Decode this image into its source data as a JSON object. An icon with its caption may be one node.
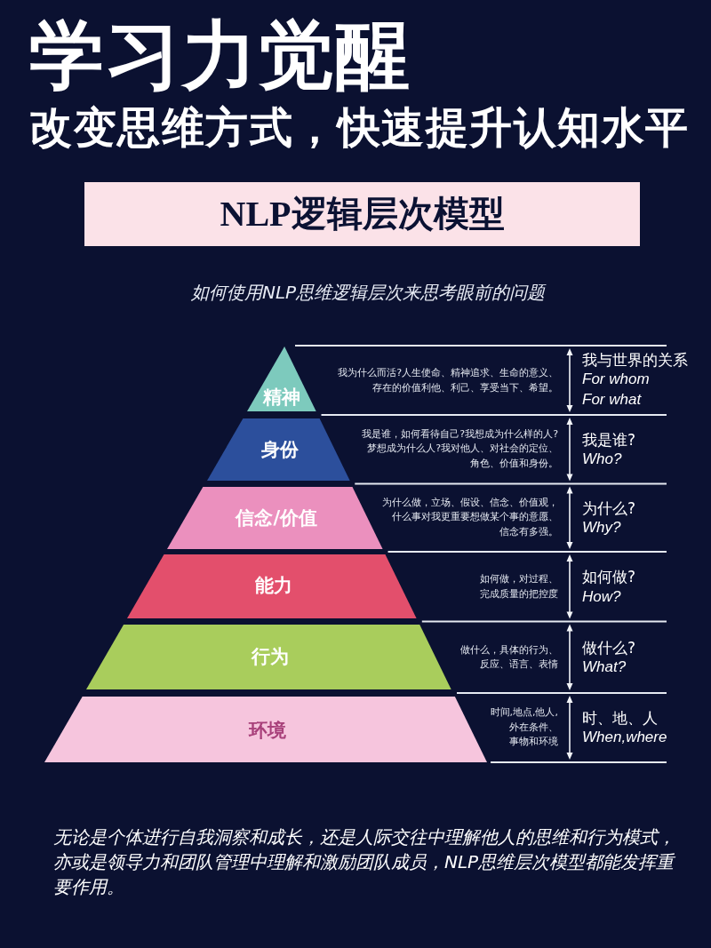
{
  "diagram": {
    "title": "学习力觉醒",
    "nodes": [
      {
        "text": [
          "NLP逻辑层次模型"
        ]
      },
      {
        "text": [
          "精神"
        ],
        "beside": [
          "我为什么而活?人生使命、精神追求、生命的意义、存在的价值利他、利己、享受当下、希望。",
          "我与世界的关系",
          "For whom For what"
        ]
      },
      {
        "text": [
          "身份"
        ],
        "beside": [
          "我是谁，如何看待自己?我想成为什么样的人?梦想成为什么人?我对他人、对社会的定位、角色、价值和身份。",
          "我是谁?",
          "Who?"
        ]
      },
      {
        "text": [
          "信念/价值"
        ],
        "beside": [
          "为什么做，立场、假设、信念、价值观，什么事对我更重要想做某个事的意愿、信念有多强。",
          "为什么?",
          "Why?"
        ]
      },
      {
        "text": [
          "能力"
        ],
        "beside": [
          "如何做，对过程、完成质量的把控度",
          "如何做?",
          "How?"
        ]
      },
      {
        "text": [
          "行为"
        ],
        "beside": [
          "做什么，具体的行为、反应、语言、表情",
          "做什么?",
          "What?"
        ]
      },
      {
        "text": [
          "环境"
        ],
        "beside": [
          "时间,地点,他人,外在条件、事物和环境",
          "时、地、人",
          "When,where"
        ]
      }
    ],
    "labels": [
      "改变思维方式，快速提升认知水平",
      "如何使用NLP思维逻辑层次来思考眼前的问题",
      "无论是个体进行自我洞察和成长，还是人际交往中理解他人的思维和行为模式，亦或是领导力和团队管理中理解和激励团队成员，NLP思维层次模型都能发挥重要作用。"
    ]
  }
}
